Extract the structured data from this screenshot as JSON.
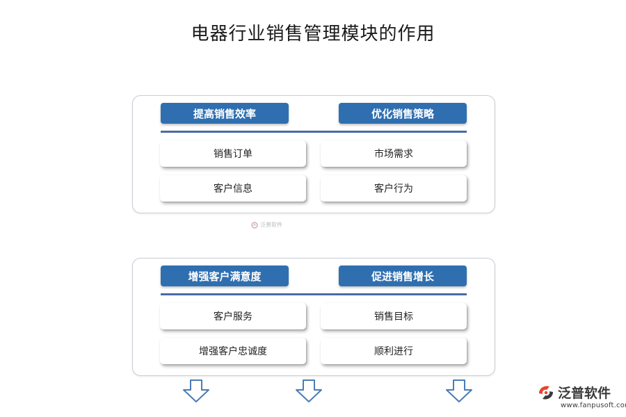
{
  "title": "电器行业销售管理模块的作用",
  "panels": [
    {
      "left_header": "提高销售效率",
      "right_header": "优化销售策略",
      "left_items": [
        "销售订单",
        "客户信息"
      ],
      "right_items": [
        "市场需求",
        "客户行为"
      ]
    },
    {
      "left_header": "增强客户满意度",
      "right_header": "促进销售增长",
      "left_items": [
        "客户服务",
        "增强客户忠诚度"
      ],
      "right_items": [
        "销售目标",
        "顺利进行"
      ]
    }
  ],
  "watermark": {
    "small_text": "泛普软件",
    "brand": "泛普软件",
    "url": "www.fanpusoft.com"
  },
  "colors": {
    "header_fill": "#2f6fb0",
    "divider": "#4a6aa6",
    "logo_accent": "#e8442b",
    "arrow_stroke": "#4a7bb7"
  }
}
